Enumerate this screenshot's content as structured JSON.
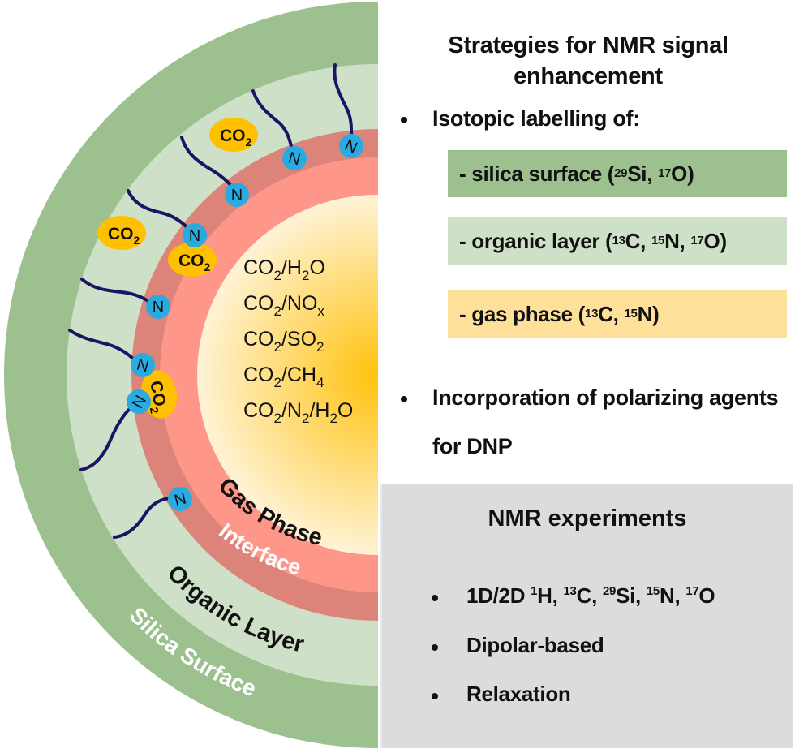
{
  "diagram": {
    "layers": [
      {
        "name": "Silica Surface",
        "color": "#9dc08f",
        "label_color": "#ffffff"
      },
      {
        "name": "Organic Layer",
        "color": "#cfe0c8",
        "label_color": "#111111"
      },
      {
        "name": "Interface",
        "color": "#dc8479",
        "label_color": "#ffffff"
      },
      {
        "name": "Interface (inner)",
        "color": "#ff968a"
      },
      {
        "name": "Gas Phase",
        "color_center": "#ffc20e",
        "color_edge": "#fff3d6",
        "label_color": "#111111"
      }
    ],
    "gas_mixtures": [
      {
        "parts": [
          [
            "CO",
            ""
          ],
          [
            "2",
            "sub"
          ],
          [
            "/H",
            ""
          ],
          [
            "2",
            "sub"
          ],
          [
            "O",
            ""
          ]
        ],
        "label": "CO2/H2O"
      },
      {
        "parts": [
          [
            "CO",
            ""
          ],
          [
            "2",
            "sub"
          ],
          [
            "/NO",
            ""
          ],
          [
            "x",
            "sub"
          ]
        ],
        "label": "CO2/NOx"
      },
      {
        "parts": [
          [
            "CO",
            ""
          ],
          [
            "2",
            "sub"
          ],
          [
            "/SO",
            ""
          ],
          [
            "2",
            "sub"
          ]
        ],
        "label": "CO2/SO2"
      },
      {
        "parts": [
          [
            "CO",
            ""
          ],
          [
            "2",
            "sub"
          ],
          [
            "/CH",
            ""
          ],
          [
            "4",
            "sub"
          ]
        ],
        "label": "CO2/CH4"
      },
      {
        "parts": [
          [
            "CO",
            ""
          ],
          [
            "2",
            "sub"
          ],
          [
            "/N",
            ""
          ],
          [
            "2",
            "sub"
          ],
          [
            "/H",
            ""
          ],
          [
            "2",
            "sub"
          ],
          [
            "O",
            ""
          ]
        ],
        "label": "CO2/N2/H2O"
      }
    ],
    "amine_label": "N",
    "co2_label": {
      "main": "CO",
      "sub": "2"
    },
    "colors": {
      "amine": "#29abe2",
      "chain": "#1b1464",
      "co2": "#ffc000"
    }
  },
  "strategies": {
    "title_line1": "Strategies for NMR signal",
    "title_line2": "enhancement",
    "bullet1": "Isotopic labelling of:",
    "labelling": [
      {
        "prefix": "- silica surface (",
        "isotopes": [
          [
            "29",
            "Si"
          ],
          [
            "17",
            "O"
          ]
        ],
        "suffix": ")",
        "color": "#9dc08f"
      },
      {
        "prefix": "- organic layer (",
        "isotopes": [
          [
            "13",
            "C"
          ],
          [
            "15",
            "N"
          ],
          [
            "17",
            "O"
          ]
        ],
        "suffix": ")",
        "color": "#cfe0c8"
      },
      {
        "prefix": "- gas phase (",
        "isotopes": [
          [
            "13",
            "C"
          ],
          [
            "15",
            "N"
          ]
        ],
        "suffix": ")",
        "color": "#ffe09a"
      }
    ],
    "bullet2_line1": "Incorporation of polarizing agents",
    "bullet2_line2": "for DNP"
  },
  "experiments": {
    "title": "NMR experiments",
    "items": [
      {
        "prefix": "1D/2D ",
        "isotopes": [
          [
            "1",
            "H"
          ],
          [
            "13",
            "C"
          ],
          [
            "29",
            "Si"
          ],
          [
            "15",
            "N"
          ],
          [
            "17",
            "O"
          ]
        ]
      },
      {
        "text": "Dipolar-based"
      },
      {
        "text": "Relaxation"
      }
    ]
  }
}
